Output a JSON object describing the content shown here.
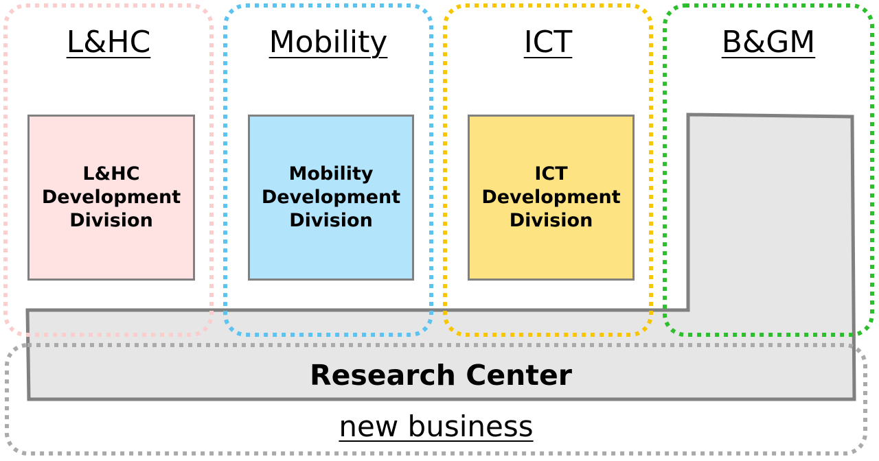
{
  "segments": [
    {
      "id": "lhc",
      "title": "L&HC",
      "color": "#FBCDCD"
    },
    {
      "id": "mobility",
      "title": "Mobility",
      "color": "#5BC3F0"
    },
    {
      "id": "ict",
      "title": "ICT",
      "color": "#F7C600"
    },
    {
      "id": "bgm",
      "title": "B&GM",
      "color": "#2DBE2D"
    }
  ],
  "divisions": [
    {
      "lines": [
        "L&HC",
        "Development",
        "Division"
      ],
      "fill": "#FFE3E3"
    },
    {
      "lines": [
        "Mobility",
        "Development",
        "Division"
      ],
      "fill": "#B2E4FC"
    },
    {
      "lines": [
        "ICT",
        "Development",
        "Division"
      ],
      "fill": "#FDE381"
    }
  ],
  "research_center": {
    "label": "Research Center",
    "fill": "#E6E6E6",
    "border": "#808080"
  },
  "new_business": {
    "label": "new business",
    "color": "#AAAAAA"
  }
}
